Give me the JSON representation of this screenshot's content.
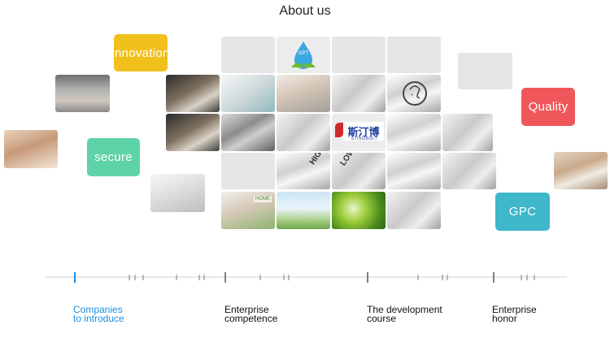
{
  "page": {
    "title": "About us"
  },
  "tiles": {
    "innovation": {
      "label": "innovation",
      "color": "#f2c01d"
    },
    "secure": {
      "label": "secure",
      "color": "#5ed3a8"
    },
    "quality": {
      "label": "Quality",
      "color": "#f0575a"
    },
    "gpc": {
      "label": "GPC",
      "color": "#3db7c9"
    }
  },
  "logo_tile": {
    "brand": "斯汀博",
    "subtitle": "STINGBOLT"
  },
  "gpt_tile": {
    "badge": "GPT"
  },
  "knob": {
    "high": "HIGH",
    "low": "LOW"
  },
  "photo_captions": {
    "home": "HOME"
  },
  "timeline": {
    "items": [
      {
        "label_line1": "Companies",
        "label_line2": "to introduce",
        "active": true
      },
      {
        "label_line1": "Enterprise",
        "label_line2": "competence",
        "active": false
      },
      {
        "label_line1": "The development",
        "label_line2": "course",
        "active": false
      },
      {
        "label_line1": "Enterprise",
        "label_line2": "honor",
        "active": false
      }
    ],
    "active_color": "#1a8fe3"
  }
}
